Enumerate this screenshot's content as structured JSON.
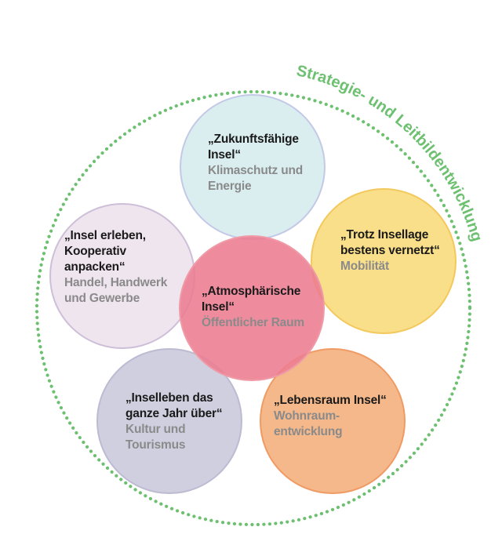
{
  "frame": {
    "label": "Strategie- und Leitbildentwicklung",
    "color": "#6cc070"
  },
  "circles": [
    {
      "id": "zukunft",
      "title": "„Zukunftsfähige\nInsel“",
      "subtitle": "Klimaschutz und\nEnergie",
      "fill": "#daeef0",
      "stroke": "#c3c9e6"
    },
    {
      "id": "insel-erleben",
      "title": "„Insel erleben,\nKooperativ\nanpacken“",
      "subtitle": "Handel, Handwerk\nund Gewerbe",
      "fill": "#efe5ef",
      "stroke": "#cdbfd8"
    },
    {
      "id": "insellage",
      "title": "„Trotz Insellage\nbestens vernetzt“",
      "subtitle": "Mobilität",
      "fill": "#f9df8a",
      "stroke": "#f3c85c"
    },
    {
      "id": "inselleben",
      "title": "„Inselleben das\nganze Jahr über“",
      "subtitle": "Kultur und\nTourismus",
      "fill": "#d0cfdf",
      "stroke": "#bcbbd2"
    },
    {
      "id": "lebensraum",
      "title": "„Lebensraum Insel“",
      "subtitle": "Wohnraum-\nentwicklung",
      "fill": "#f4b88a",
      "stroke": "#f09a64"
    },
    {
      "id": "atmosphaerisch",
      "title": "„Atmosphärische\nInsel“",
      "subtitle": "Öffentlicher Raum",
      "fill": "#ec7c91",
      "stroke": "#ef9aa6"
    }
  ]
}
